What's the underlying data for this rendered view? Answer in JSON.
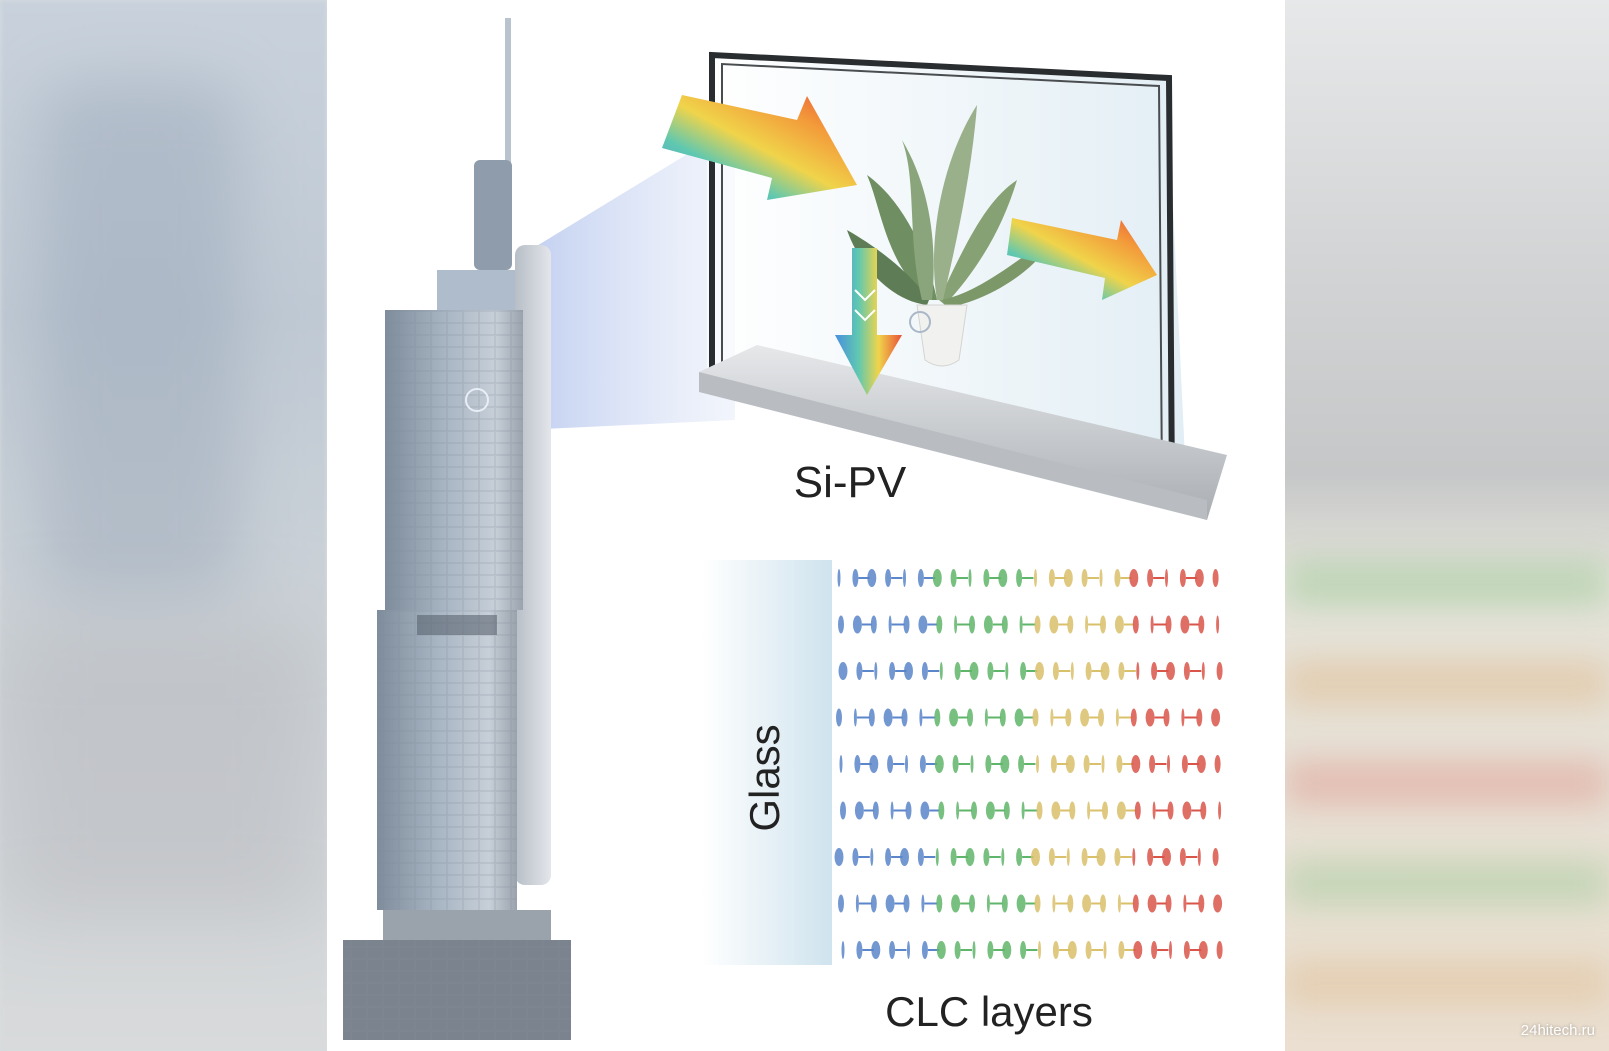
{
  "labels": {
    "si_pv": "Si-PV",
    "glass": "Glass",
    "clc_layers": "CLC layers"
  },
  "watermark": "24hitech.ru",
  "colors": {
    "blue": "#5b86c9",
    "green": "#5fb56a",
    "yellow": "#d9c06a",
    "red": "#d9554a"
  },
  "clc": {
    "rows": 9,
    "color_bands": [
      "blue",
      "green",
      "yellow",
      "red"
    ]
  }
}
